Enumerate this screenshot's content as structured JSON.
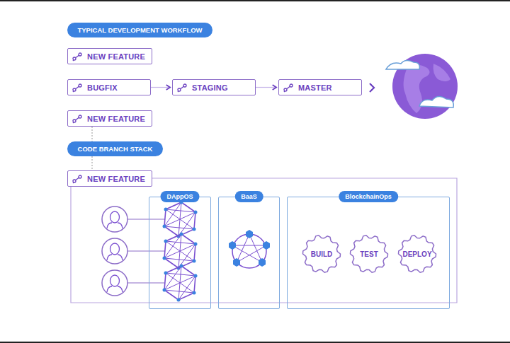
{
  "diagram": {
    "nodes": [
      {
        "text": [
          "TYPICAL DEVELOPMENT WORKFLOW"
        ]
      },
      {
        "text": [
          "NEW FEATURE"
        ]
      },
      {
        "text": [
          "BUGFIX"
        ]
      },
      {
        "text": [
          "STAGING"
        ]
      },
      {
        "text": [
          "MASTER"
        ]
      },
      {
        "text": [
          "NEW FEATURE"
        ]
      },
      {
        "text": [
          "CODE BRANCH STACK"
        ]
      },
      {
        "text": [
          "NEW FEATURE"
        ]
      },
      {
        "text": [
          "DAppOS"
        ]
      },
      {
        "text": [
          "BaaS"
        ]
      },
      {
        "text": [
          "BlockchainOps"
        ]
      },
      {
        "text": [
          "BUILD"
        ],
        "in": 10
      },
      {
        "text": [
          "TEST"
        ],
        "in": 10
      },
      {
        "text": [
          "DEPLOY"
        ],
        "in": 10
      }
    ],
    "edges": [
      {
        "from": 2,
        "to": 3,
        "arrow": "to"
      },
      {
        "from": 3,
        "to": 4,
        "arrow": "to"
      },
      {
        "from": 5,
        "to": 6,
        "arrow": "none"
      },
      {
        "from": 6,
        "to": 7,
        "arrow": "none"
      }
    ]
  }
}
